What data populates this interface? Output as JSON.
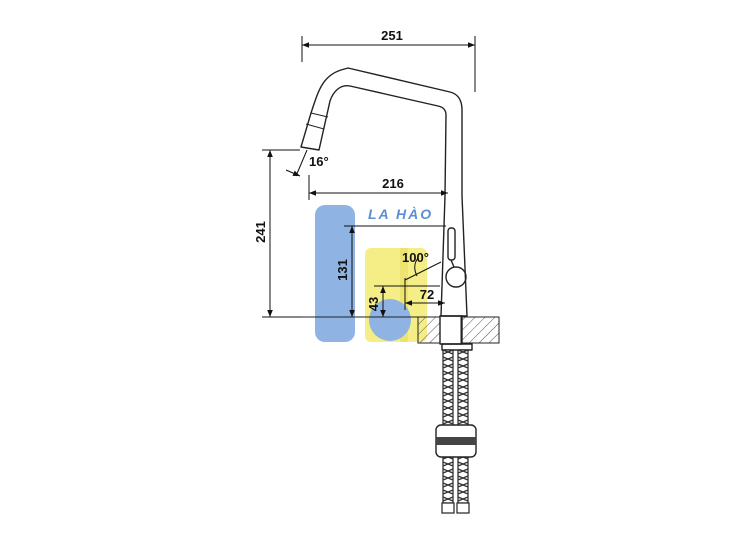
{
  "diagram": {
    "dimensions": {
      "total_width": "251",
      "spout_reach": "216",
      "total_height": "241",
      "spout_angle": "16°",
      "body_height": "131",
      "lever_angle": "100°",
      "lever_reach": "72",
      "base_height": "43"
    },
    "watermark": {
      "text": "LA HÀO",
      "colors": {
        "blue": "#8fb4e3",
        "yellow": "#f5ee86",
        "text": "#5b8fd4"
      }
    },
    "colors": {
      "line": "#222222",
      "hatch": "#555555"
    }
  }
}
